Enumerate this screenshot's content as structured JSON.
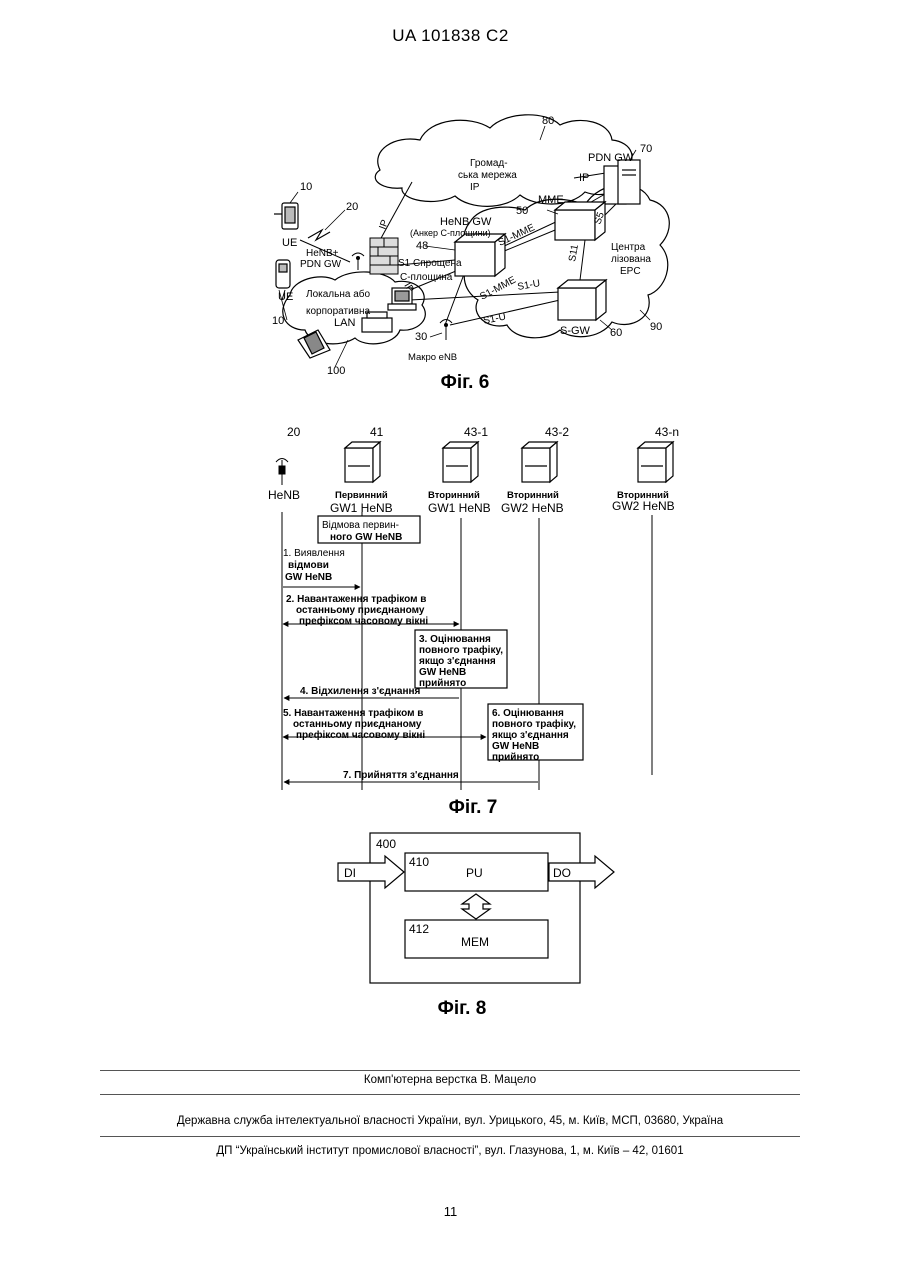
{
  "header": {
    "patent_id": "UA   101838   C2"
  },
  "fig6": {
    "caption": "Фіг. 6",
    "ref_80": "80",
    "ref_70": "70",
    "ref_10a": "10",
    "ref_20": "20",
    "ref_50": "50",
    "ref_48": "48",
    "ref_10b": "10",
    "ref_30": "30",
    "ref_60": "60",
    "ref_90": "90",
    "ref_100": "100",
    "cloud_line1": "Громад-",
    "cloud_line2": "ська мережа",
    "cloud_line3": "IP",
    "pdn_gw": "PDN GW",
    "ip_label": "IP",
    "mme": "MME",
    "henb_gw": "HeNB GW",
    "henb_gw_sub": "(Анкер С-площини)",
    "ue_top": "UE",
    "ue_bottom": "UE",
    "henb_pdn1": "HeNB+",
    "henb_pdn2": "PDN GW",
    "s1_simpl1": "S1 Спрощена",
    "s1_simpl2": "С-площина",
    "s1_mme_a": "S1-MME",
    "s1_mme_b": "S1-MME",
    "s1_u_a": "S1-U",
    "s1_u_b": "S1-U",
    "s11": "S11",
    "s5": "S5",
    "ip_vert": "IP",
    "ip_diag": "IP",
    "epc1": "Центра",
    "epc2": "лізована",
    "epc3": "EPC",
    "lan1": "Локальна або",
    "lan2": "корпоративна",
    "lan3": "LAN",
    "sgw": "S-GW",
    "macro": "Макро eNB"
  },
  "fig7": {
    "caption": "Фіг. 7",
    "ref_20": "20",
    "ref_41": "41",
    "ref_43_1": "43-1",
    "ref_43_2": "43-2",
    "ref_43_n": "43-n",
    "henb": "HeNB",
    "primary_l1": "Первинний",
    "primary_l2": "GW1  HeNB",
    "sec1_l1": "Вторинний",
    "sec1_l2": "GW1 HeNB",
    "sec2_l1": "Вторинний",
    "sec2_l2": "GW2  HeNB",
    "secn_l1": "Вторинний",
    "secn_l2": "GW2 HeNB",
    "fail_box_l1": "Відмова первин-",
    "fail_box_l2": "ного GW HeNB",
    "step1_l1": "1. Виявлення",
    "step1_l2": "відмови",
    "step1_l3": "GW HeNB",
    "step2_l1": "2. Навантаження трафіком в",
    "step2_l2": "останньому приєднаному",
    "step2_l3": "префіксом часовому вікні",
    "step3_l1": "3. Оцінювання",
    "step3_l2": "повного трафіку,",
    "step3_l3": "якщо з'єднання",
    "step3_l4": "GW HeNB",
    "step3_l5": "прийнято",
    "step4": "4. Відхилення з'єднання",
    "step5_l1": "5. Навантаження трафіком в",
    "step5_l2": "останньому приєднаному",
    "step5_l3": "префіксом часовому вікні",
    "step6_l1": "6. Оцінювання",
    "step6_l2": "повного трафіку,",
    "step6_l3": "якщо з'єднання",
    "step6_l4": "GW HeNB",
    "step6_l5": "прийнято",
    "step7": "7. Прийняття з'єднання"
  },
  "fig8": {
    "caption": "Фіг. 8",
    "ref_400": "400",
    "ref_410": "410",
    "ref_412": "412",
    "di": "DI",
    "pu": "PU",
    "do": "DO",
    "mem": "MEM"
  },
  "footer": {
    "layout_credit": "Комп'ютерна верстка В. Мацело",
    "service": "Державна служба інтелектуальної власності України, вул. Урицького, 45, м. Київ, МСП, 03680, Україна",
    "institute": "ДП “Український інститут промислової власності”, вул. Глазунова, 1, м. Київ – 42, 01601"
  },
  "page_number": "11"
}
